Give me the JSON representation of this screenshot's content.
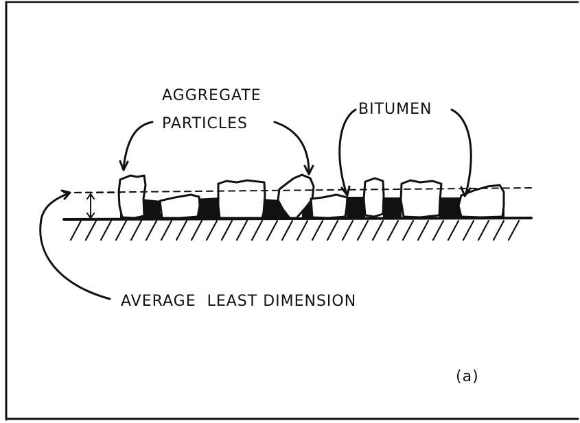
{
  "labels": {
    "aggregate_line1": "AGGREGATE",
    "aggregate_line2": "PARTICLES",
    "bitumen": "BITUMEN",
    "average_least_dimension": "AVERAGE  LEAST DIMENSION",
    "panel": "(a)"
  },
  "colors": {
    "ink": "#111111",
    "background": "#ffffff"
  }
}
